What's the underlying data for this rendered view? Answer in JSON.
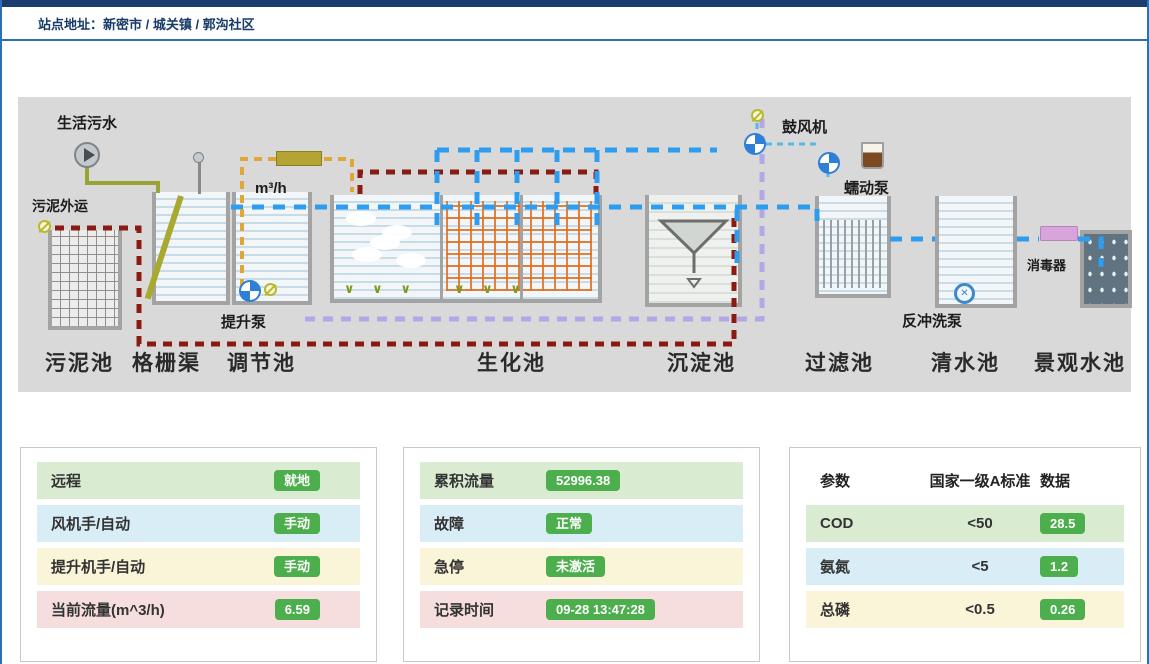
{
  "header": {
    "site_label": "站点地址：新密市 / 城关镇 / 郭沟社区"
  },
  "diagram": {
    "labels": {
      "domestic_sewage": "生活污水",
      "sludge_out": "污泥外运",
      "lift_pump": "提升泵",
      "flow_unit": "m³/h",
      "blower": "鼓风机",
      "peristaltic_pump": "蠕动泵",
      "backwash_pump": "反冲洗泵",
      "disinfector": "消毒器"
    },
    "tanks": [
      "污泥池",
      "格栅渠",
      "调节池",
      "生化池",
      "沉淀池",
      "过滤池",
      "清水池",
      "景观水池"
    ],
    "v_marks": "∨ ∨ ∨",
    "backwash_glyph": "✕"
  },
  "panels": {
    "control": {
      "rows": [
        {
          "label": "远程",
          "value": "就地"
        },
        {
          "label": "风机手/自动",
          "value": "手动"
        },
        {
          "label": "提升机手/自动",
          "value": "手动"
        },
        {
          "label": "当前流量(m^3/h)",
          "value": "6.59"
        }
      ]
    },
    "status": {
      "rows": [
        {
          "label": "累积流量",
          "value": "52996.38"
        },
        {
          "label": "故障",
          "value": "正常"
        },
        {
          "label": "急停",
          "value": "未激活"
        },
        {
          "label": "记录时间",
          "value": "09-28 13:47:28"
        }
      ]
    },
    "quality": {
      "headers": [
        "参数",
        "国家一级A标准",
        "数据"
      ],
      "rows": [
        {
          "param": "COD",
          "standard": "<50",
          "value": "28.5"
        },
        {
          "param": "氨氮",
          "standard": "<5",
          "value": "1.2"
        },
        {
          "param": "总磷",
          "standard": "<0.5",
          "value": "0.26"
        }
      ]
    }
  },
  "colors": {
    "badge_green": "#4cae4c",
    "header_blue": "#2f6eb5",
    "topbar_navy": "#1b3c6e",
    "pipe_dark_red": "#8b1a12",
    "pipe_blue": "#2e9df0",
    "pipe_purple": "#b4a7e5",
    "pipe_orange": "#e0a636"
  }
}
